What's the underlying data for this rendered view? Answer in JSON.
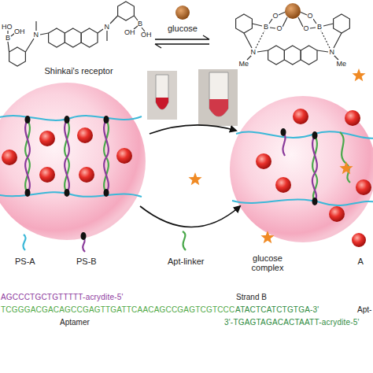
{
  "diagram": {
    "labels": [
      "Shinkai's receptor",
      "glucose",
      "HO",
      "B",
      "OH",
      "N",
      "N",
      "B",
      "OH",
      "OH",
      "B",
      "B",
      "O",
      "O",
      "O",
      "O",
      "N",
      "N",
      "Me",
      "Me",
      "AGCCCTGCTGTTTTT-acrydite-5'",
      "Strand B",
      "TCGGGACGACAGCCGAGTTGATTCAACAGCCGAGTCGTCCC",
      "ATACTCATCTGTGA-3'",
      "Apt-",
      "Aptamer",
      "3'-TGAGTAGACACTAATT-acrydite-5'"
    ],
    "legend": [
      {
        "text": "PS-A"
      },
      {
        "text": "PS-B"
      },
      {
        "text": "Apt-linker"
      },
      {
        "text": "glucose complex"
      },
      {
        "text": "A"
      }
    ]
  }
}
